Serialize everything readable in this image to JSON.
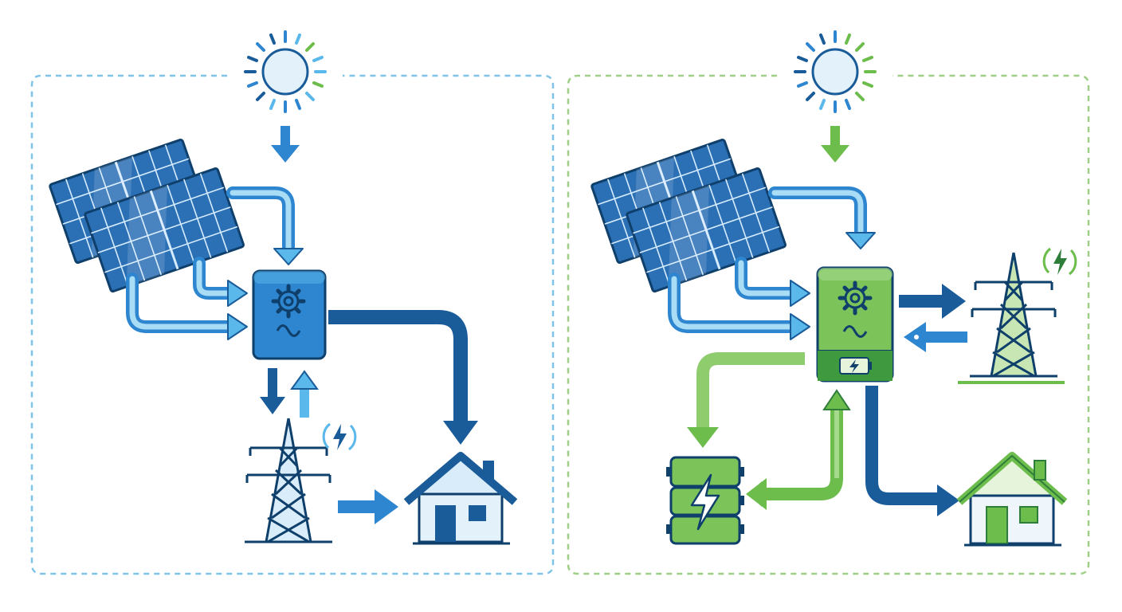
{
  "diagram": {
    "panels": [
      {
        "id": "grid-tied",
        "theme": "blue",
        "components": [
          "sun-icon",
          "solar-panel-array",
          "inverter",
          "transmission-tower",
          "house"
        ]
      },
      {
        "id": "hybrid-storage",
        "theme": "green",
        "components": [
          "sun-icon",
          "solar-panel-array",
          "hybrid-inverter",
          "battery-bank",
          "transmission-tower",
          "house"
        ]
      }
    ],
    "colors": {
      "blue_dark": "#1a5c99",
      "blue_mid": "#2e86d0",
      "blue_light": "#5bb8ea",
      "blue_pale": "#d9ecfa",
      "green_dark": "#2f7d3a",
      "green_mid": "#6cbd4c",
      "green_light": "#a5d98c",
      "green_pale": "#e6f4dc",
      "outline": "#0f3f6b",
      "dash_blue": "#7fc4e8",
      "dash_green": "#9fcf86"
    }
  }
}
